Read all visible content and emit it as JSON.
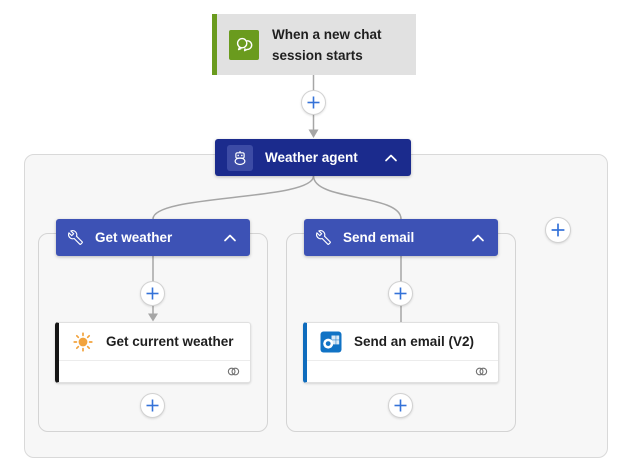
{
  "trigger": {
    "title": "When a new chat session starts",
    "icon": "chat-bubbles-icon"
  },
  "agent": {
    "label": "Weather agent",
    "icon": "robot-icon",
    "collapse_icon": "chevron-up-icon"
  },
  "branches": [
    {
      "header": {
        "label": "Get weather",
        "icon": "wrench-icon",
        "collapse_icon": "chevron-up-icon"
      },
      "card": {
        "title": "Get current weather",
        "icon": "sun-icon",
        "footer_icon": "connection-icon",
        "accent": "#161616"
      }
    },
    {
      "header": {
        "label": "Send email",
        "icon": "wrench-icon",
        "collapse_icon": "chevron-up-icon"
      },
      "card": {
        "title": "Send an email (V2)",
        "icon": "outlook-icon",
        "footer_icon": "connection-icon",
        "accent": "#0f6cbd"
      }
    }
  ],
  "buttons": {
    "add_step": "plus-icon"
  },
  "colors": {
    "canvas_bg": "#ffffff",
    "container_bg": "#f7f7f7",
    "container_border": "#d9d9d9",
    "trigger_bg": "#e1e1e1",
    "trigger_green": "#6a9b1e",
    "agent_navy": "#1b2b8d",
    "agent_chip_blue": "#3c4ba5",
    "branch_blue": "#3d52b5",
    "plus_blue": "#3472d8",
    "wire_gray": "#a6a6a6",
    "outlook_blue": "#0f6cbd",
    "sun_orange": "#f2a33c"
  }
}
